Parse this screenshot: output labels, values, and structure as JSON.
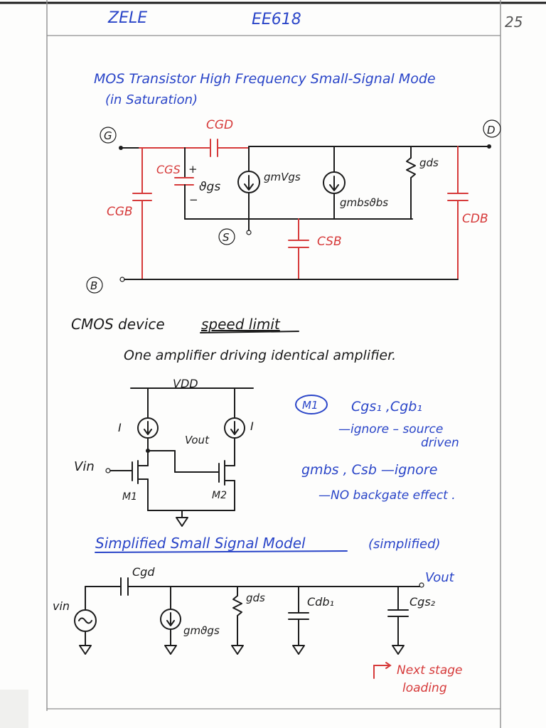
{
  "header": {
    "left": "ZELE",
    "center": "EE618",
    "page_number": "25"
  },
  "section1": {
    "title_line1": "MOS Transistor High Frequency Small-Signal Mode",
    "title_line2": "(in Saturation)",
    "terminals": {
      "gate": "G",
      "drain": "D",
      "source": "S",
      "body": "B"
    },
    "labels": {
      "cgd": "CGD",
      "cgs": "CGS",
      "cgb": "CGB",
      "csb": "CSB",
      "cdb": "CDB",
      "plus": "+",
      "minus": "−",
      "vgs": "ϑgs",
      "gm_vgs": "gmVgs",
      "gmbs_vbs": "gmbsϑbs",
      "gds": "gds"
    }
  },
  "section2": {
    "heading_part1": "CMOS device",
    "heading_part2": "speed limit",
    "subheading": "One amplifier driving identical amplifier.",
    "circuit": {
      "vdd": "VDD",
      "vin": "Vin",
      "vout": "Vout",
      "source_left": "I",
      "source_right": "I",
      "m1": "M1",
      "m2": "M2"
    },
    "notes": {
      "m1_badge": "M1",
      "m1_caps": "Cgs₁ ,Cgb₁",
      "ignore_line": "—ignore – source",
      "driven": "driven",
      "gmbs_line": "gmbs , Csb —ignore",
      "backgate": "—NO backgate effect ."
    }
  },
  "section3": {
    "title": "Simplified Small Signal Model",
    "title_note": "(simplified)",
    "labels": {
      "cgd": "Cgd",
      "vout": "Vout",
      "vin": "vin",
      "gds": "gds",
      "cdb1": "Cdb₁",
      "cgs2": "Cgs₂",
      "gm_vgs": "gmϑgs"
    },
    "annotation_line1": "Next stage",
    "annotation_line2": "loading"
  },
  "colors": {
    "ink_blue": "#2a45c8",
    "ink_red": "#d63a3a",
    "ink_black": "#1c1c1c",
    "margin_line": "#9a9a9a"
  }
}
